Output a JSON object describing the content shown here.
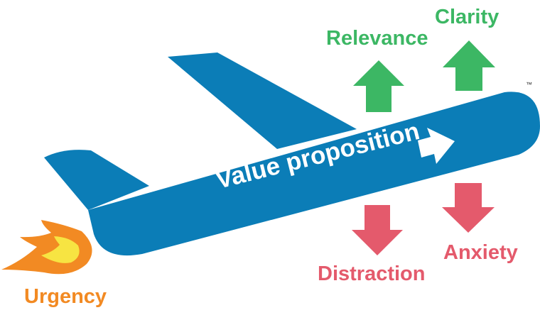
{
  "diagram": {
    "center_label": "Value proposition",
    "up_forces": [
      {
        "label": "Relevance"
      },
      {
        "label": "Clarity"
      }
    ],
    "down_forces": [
      {
        "label": "Distraction"
      },
      {
        "label": "Anxiety"
      }
    ],
    "thrust_label": "Urgency",
    "trademark": "™"
  },
  "colors": {
    "plane": "#0b7db7",
    "up_arrow": "#3cb764",
    "down_arrow": "#e45a6c",
    "urgency": "#f28a23",
    "flame_outer": "#f28a23",
    "flame_inner": "#f7e442",
    "trademark": "#333333"
  },
  "icons": [
    "airplane-icon",
    "flame-icon",
    "arrow-up-icon",
    "arrow-down-icon",
    "arrow-right-icon"
  ]
}
